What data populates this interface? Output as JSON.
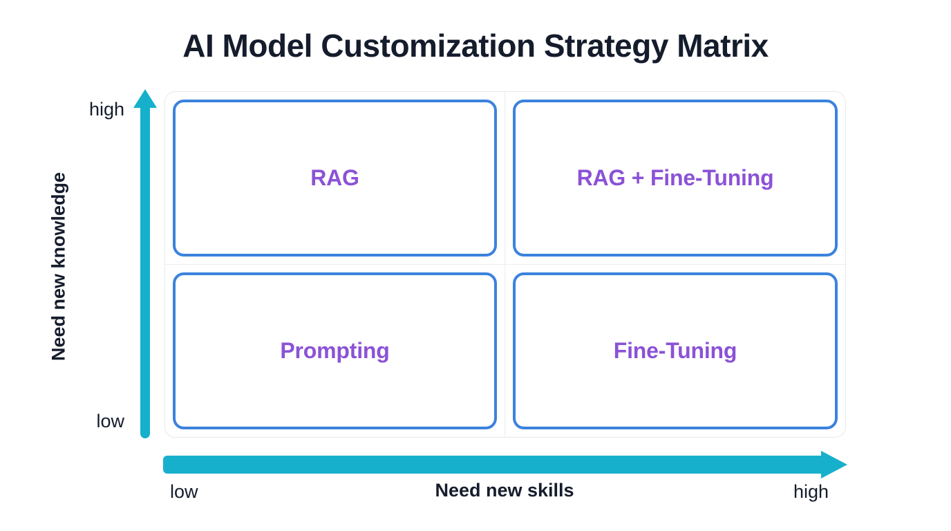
{
  "title": "AI Model Customization Strategy Matrix",
  "colors": {
    "title_text": "#151c2c",
    "axis_arrow": "#17b0cc",
    "quadrant_border": "#3b82dd",
    "quadrant_label": "#8b52d6",
    "outer_border": "#e6e8eb",
    "divider": "#eceef0",
    "background": "#ffffff"
  },
  "axes": {
    "y": {
      "label": "Need new knowledge",
      "low": "low",
      "high": "high",
      "direction": "up",
      "icon": "arrow-up-icon"
    },
    "x": {
      "label": "Need new skills",
      "low": "low",
      "high": "high",
      "direction": "right",
      "icon": "arrow-right-icon"
    }
  },
  "matrix": {
    "quadrants": [
      {
        "id": "top-left",
        "label": "RAG",
        "x_level": "low",
        "y_level": "high"
      },
      {
        "id": "top-right",
        "label": "RAG + Fine-Tuning",
        "x_level": "high",
        "y_level": "high"
      },
      {
        "id": "bottom-left",
        "label": "Prompting",
        "x_level": "low",
        "y_level": "low"
      },
      {
        "id": "bottom-right",
        "label": "Fine-Tuning",
        "x_level": "high",
        "y_level": "low"
      }
    ]
  }
}
